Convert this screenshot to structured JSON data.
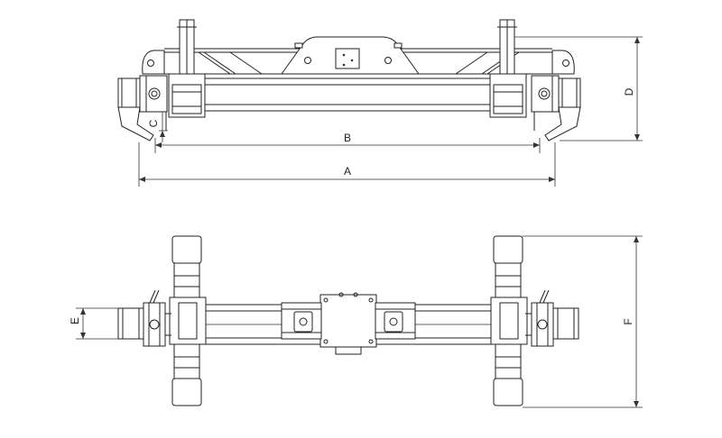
{
  "dimensions": {
    "a": "A",
    "b": "B",
    "c": "C",
    "d": "D",
    "e": "E",
    "f": "F"
  }
}
